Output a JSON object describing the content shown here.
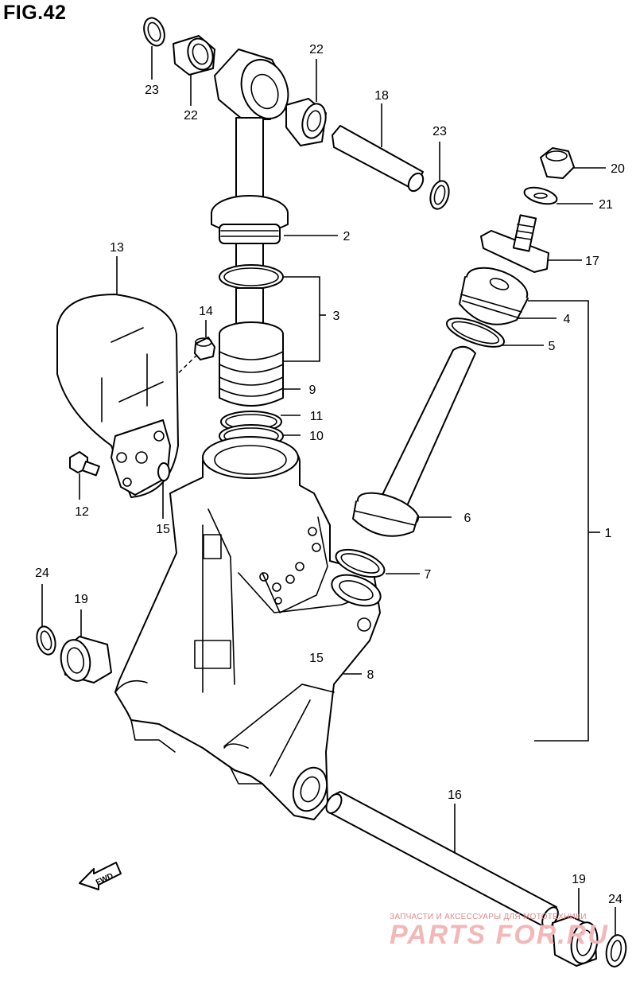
{
  "figure": {
    "title": "FIG.42"
  },
  "callouts": [
    {
      "id": "c23a",
      "text": "23"
    },
    {
      "id": "c22a",
      "text": "22"
    },
    {
      "id": "c22b",
      "text": "22"
    },
    {
      "id": "c18",
      "text": "18"
    },
    {
      "id": "c23b",
      "text": "23"
    },
    {
      "id": "c20",
      "text": "20"
    },
    {
      "id": "c21",
      "text": "21"
    },
    {
      "id": "c17",
      "text": "17"
    },
    {
      "id": "c2",
      "text": "2"
    },
    {
      "id": "c3",
      "text": "3"
    },
    {
      "id": "c4",
      "text": "4"
    },
    {
      "id": "c5",
      "text": "5"
    },
    {
      "id": "c13",
      "text": "13"
    },
    {
      "id": "c14",
      "text": "14"
    },
    {
      "id": "c9",
      "text": "9"
    },
    {
      "id": "c11",
      "text": "11"
    },
    {
      "id": "c10",
      "text": "10"
    },
    {
      "id": "c12",
      "text": "12"
    },
    {
      "id": "c15a",
      "text": "15"
    },
    {
      "id": "c6",
      "text": "6"
    },
    {
      "id": "c1",
      "text": "1"
    },
    {
      "id": "c7",
      "text": "7"
    },
    {
      "id": "c24a",
      "text": "24"
    },
    {
      "id": "c19a",
      "text": "19"
    },
    {
      "id": "c15b",
      "text": "15"
    },
    {
      "id": "c8",
      "text": "8"
    },
    {
      "id": "c16",
      "text": "16"
    },
    {
      "id": "c19b",
      "text": "19"
    },
    {
      "id": "c24b",
      "text": "24"
    }
  ],
  "fwd_label": "FWD",
  "watermark": {
    "caption": "ЗАПЧАСТИ И АКСЕССУАРЫ ДЛЯ МОТОТЕХНИКИ",
    "brand": "PARTS FOR.RU"
  }
}
